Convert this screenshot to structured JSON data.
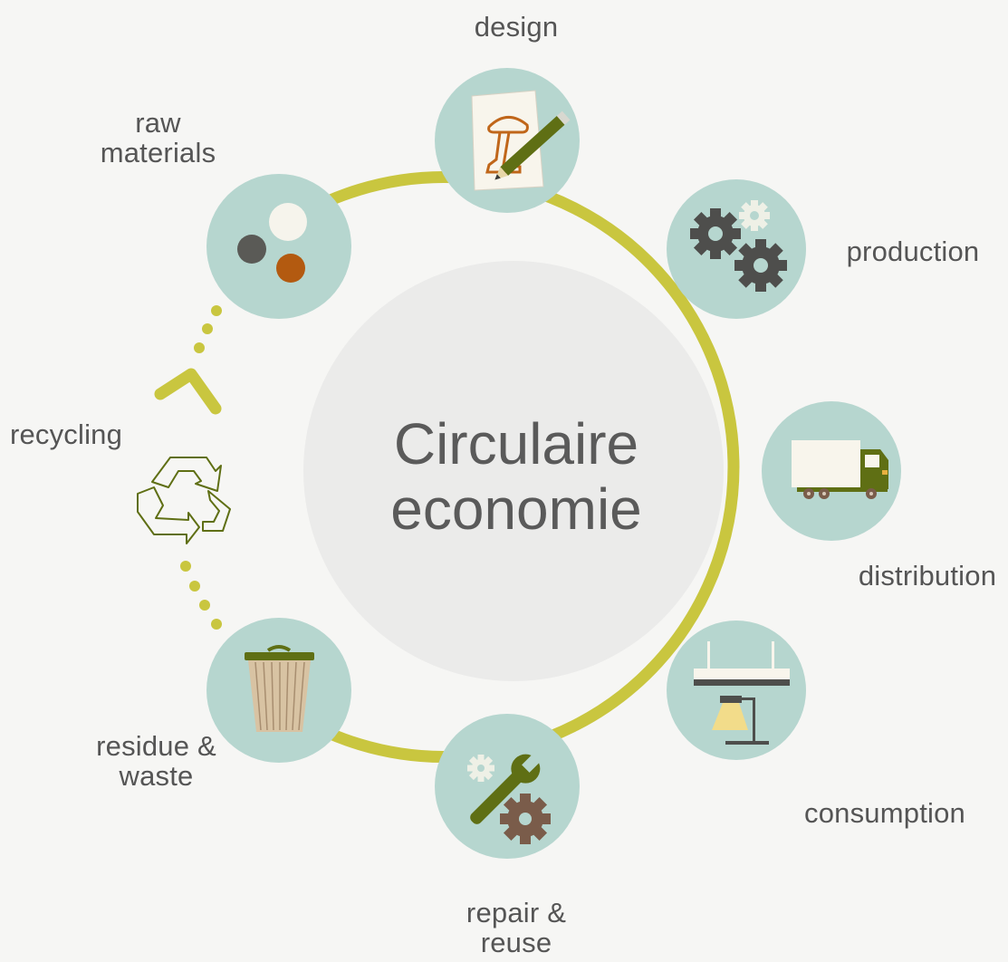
{
  "title": {
    "line1": "Circulaire",
    "line2": "economie"
  },
  "stages": {
    "design": "design",
    "production": "production",
    "distribution": "distribution",
    "consumption": "consumption",
    "repair_line1": "repair &",
    "repair_line2": "reuse",
    "residue_line1": "residue &",
    "residue_line2": "waste",
    "recycling": "recycling",
    "raw_line1": "raw",
    "raw_line2": "materials"
  },
  "colors": {
    "background": "#f6f6f4",
    "ring": "#c9c63f",
    "node": "#b6d6cf",
    "center": "#ebebea",
    "olive": "#5f6f14",
    "rust": "#b35a10",
    "dark": "#4e4e4c",
    "brown": "#7a5c4a"
  },
  "icons": {
    "design": "design-sketch-icon",
    "production": "gears-icon",
    "distribution": "truck-icon",
    "consumption": "lamp-icon",
    "repair": "wrench-gear-icon",
    "residue": "trash-bin-icon",
    "recycling": "recycle-icon",
    "raw": "material-dots-icon"
  }
}
